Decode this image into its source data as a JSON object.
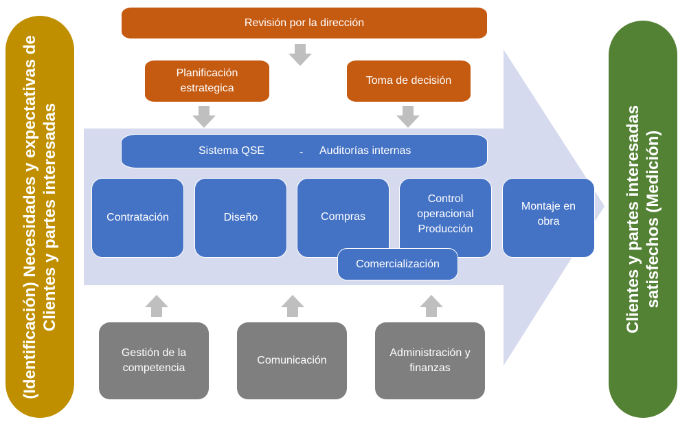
{
  "left_banner": {
    "text": "(Identificación) Necesidades y expectativas de Clientes y partes interesadas",
    "color": "#bf8f00"
  },
  "right_banner": {
    "text": "Clientes y partes interesadas satisfechos (Medición)",
    "color": "#548235"
  },
  "top": {
    "management_review": "Revisión por la dirección",
    "strategic_planning": "Planificación estrategica",
    "decision_making": "Toma de decisión"
  },
  "system": {
    "qse_label": "Sistema QSE",
    "separator": "-",
    "audits_label": "Auditorías internas"
  },
  "processes": [
    {
      "label": "Contratación"
    },
    {
      "label": "Diseño"
    },
    {
      "label": "Compras"
    },
    {
      "label": "Control operacional Producción"
    },
    {
      "label": "Montaje en obra"
    }
  ],
  "commercialization": "Comercialización",
  "support": [
    {
      "label": "Gestión de la competencia"
    },
    {
      "label": "Comunicación"
    },
    {
      "label": "Administración y finanzas"
    }
  ],
  "colors": {
    "orange": "#c55a11",
    "blue": "#4472c4",
    "gray": "#7f7f7f",
    "arrow": "#d9dcef",
    "small_arrow": "#bfbfbf"
  }
}
